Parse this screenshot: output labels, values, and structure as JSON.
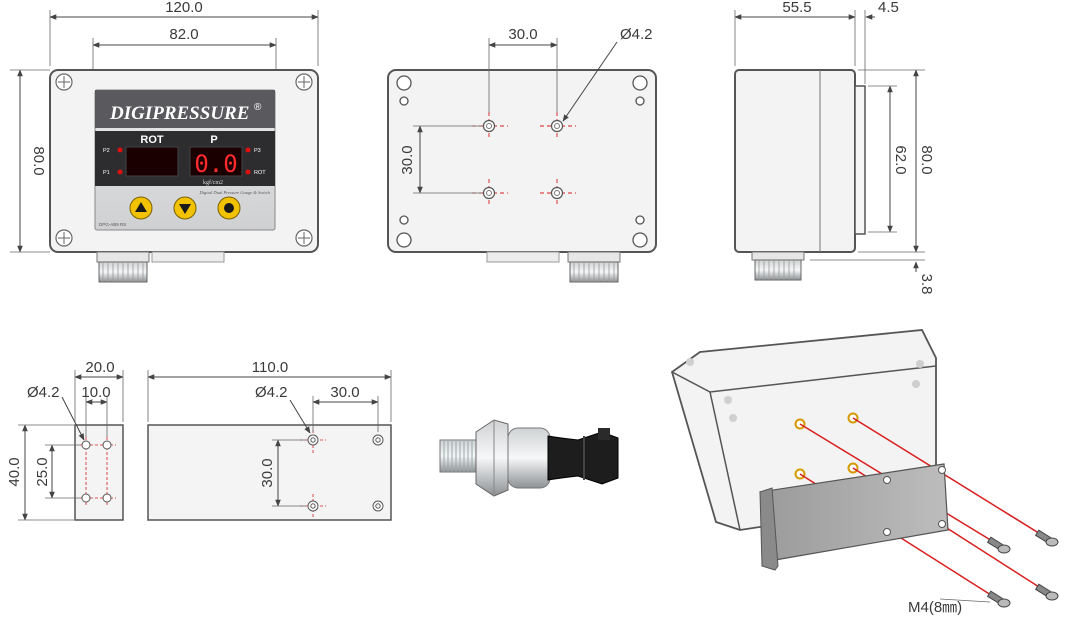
{
  "front_view": {
    "width_dim": "120.0",
    "hole_spacing_dim": "82.0",
    "height_dim": "80.0",
    "brand": "DIGIPRESSURE",
    "brand_mark": "®",
    "display_left_label": "ROT",
    "display_right_label": "P",
    "display_value": "0.0",
    "unit_label": "kgf/cm2",
    "tagline": "Digital Dual Pressure Gauge & Switch",
    "indicators": {
      "p2": "P2",
      "p1": "P1",
      "p3": "P3",
      "rot": "ROT"
    },
    "model": "DPG-AB9 RS",
    "buttons": [
      "up-button",
      "down-button",
      "enter-button"
    ]
  },
  "back_view": {
    "hole_spacing_h": "30.0",
    "hole_diameter": "Ø4.2",
    "hole_spacing_v": "30.0"
  },
  "side_view": {
    "depth_dim": "55.5",
    "flange_dim": "4.5",
    "inner_height_dim": "62.0",
    "height_dim": "80.0",
    "fitting_dim": "3.8"
  },
  "bracket_side": {
    "width_dim": "20.0",
    "inner_dim": "10.0",
    "hole_dim": "Ø4.2",
    "height_dim": "40.0",
    "hole_spacing_dim": "25.0"
  },
  "bracket_plate": {
    "length_dim": "110.0",
    "hole_dim": "Ø4.2",
    "hole_spacing_h": "30.0",
    "hole_spacing_v": "30.0"
  },
  "assembly": {
    "screw_label": "M4(8㎜)"
  },
  "colors": {
    "line": "#555555",
    "box_fill": "#f2f2f2",
    "panel_dark": "#3c3c3c",
    "display_bg": "#1a0000",
    "led_red": "#e01010",
    "button_yellow": "#f2c200",
    "red_guide": "#d81e1e"
  }
}
